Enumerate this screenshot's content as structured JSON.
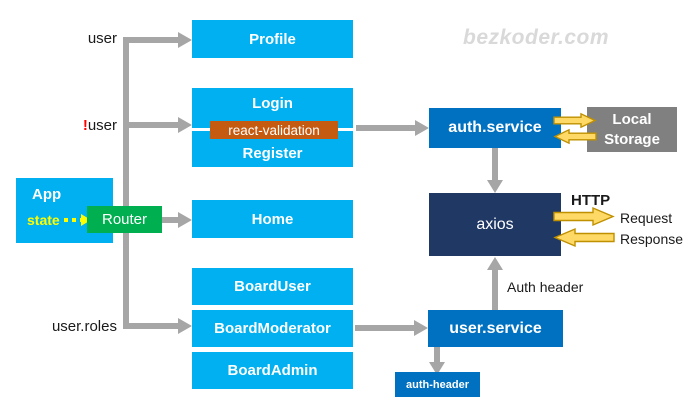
{
  "watermark": "bezkoder.com",
  "nodes": {
    "app": {
      "title": "App",
      "state_label": "state"
    },
    "router": {
      "label": "Router"
    },
    "profile": {
      "label": "Profile"
    },
    "login": {
      "label": "Login"
    },
    "register": {
      "label": "Register"
    },
    "react_validation": {
      "label": "react-validation"
    },
    "home": {
      "label": "Home"
    },
    "board_user": {
      "label": "BoardUser"
    },
    "board_moderator": {
      "label": "BoardModerator"
    },
    "board_admin": {
      "label": "BoardAdmin"
    },
    "auth_service": {
      "label": "auth.service"
    },
    "local_storage": {
      "line1": "Local",
      "line2": "Storage"
    },
    "axios": {
      "label": "axios"
    },
    "user_service": {
      "label": "user.service"
    },
    "auth_header_box": {
      "label": "auth-header"
    }
  },
  "edge_labels": {
    "user": "user",
    "not_user_bang": "!",
    "not_user_rest": "user",
    "user_roles": "user.roles",
    "http": "HTTP",
    "request": "Request",
    "response": "Response",
    "auth_header": "Auth header"
  },
  "colors": {
    "component_cyan": "#00b0f0",
    "service_blue": "#0070c0",
    "axios_navy": "#1f3864",
    "storage_gray": "#808080",
    "router_green": "#00b050",
    "validation_orange": "#c55a11",
    "connector_gray": "#a6a6a6",
    "block_arrow_yellow": "#ffd966",
    "block_arrow_border": "#bf9000",
    "state_yellow": "#ffff00",
    "bang_red": "#ff0000",
    "watermark_gray": "#d9d9d9"
  }
}
